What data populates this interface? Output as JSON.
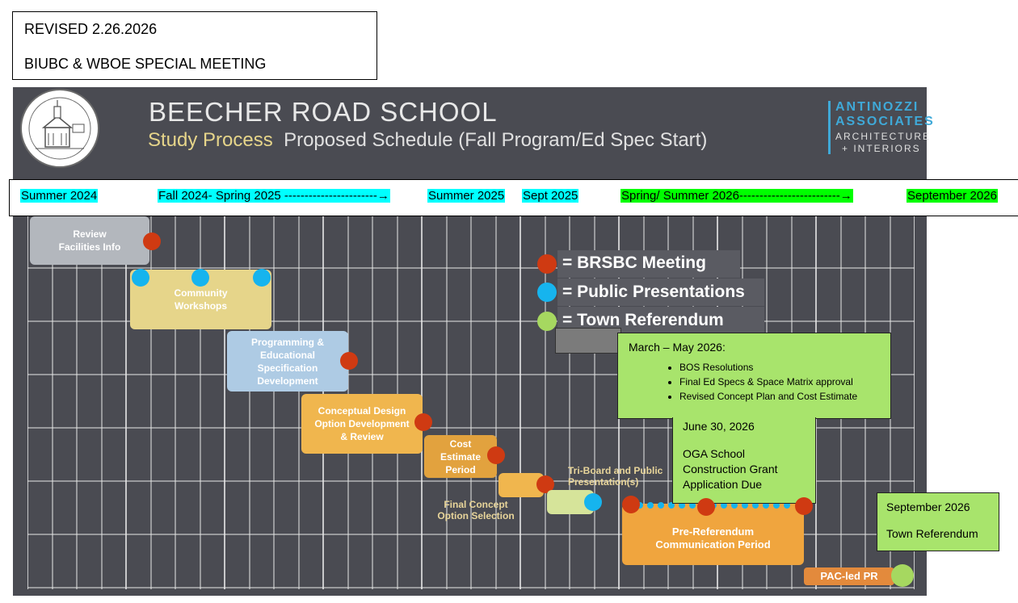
{
  "revised_box": {
    "line1": "REVISED 2.26.2026",
    "line2": "BIUBC & WBOE SPECIAL MEETING"
  },
  "header": {
    "title": "BEECHER ROAD SCHOOL",
    "subtitle_part1": "Study Process",
    "subtitle_part2": "Proposed Schedule (Fall Program/Ed Spec Start)",
    "logo_line1": "ANTINOZZI",
    "logo_line2": "ASSOCIATES",
    "logo_line3": "ARCHITECTURE",
    "logo_line4": "+ INTERIORS"
  },
  "timeline": [
    "Summer 2024",
    "Fall 2024- Spring 2025 -----------------------→",
    "Summer 2025",
    "Sept 2025",
    "Spring/ Summer 2026-------------------------→",
    "September 2026"
  ],
  "legend": {
    "meeting": "= BRSBC Meeting",
    "public": "= Public Presentations",
    "referendum": "= Town Referendum"
  },
  "blocks": {
    "review": "Review Facilities Info",
    "workshops": "Community Workshops",
    "programming": "Programming & Educational Specification Development",
    "conceptual": "Conceptual Design Option Development & Review",
    "cost": "Cost Estimate Period",
    "final_concept": "Final Concept Option Selection",
    "triboard": "Tri-Board and Public Presentation(s)",
    "pre_referendum": "Pre-Referendum Communication Period",
    "pac": "PAC-led PR"
  },
  "callout_march": {
    "heading": "March – May 2026:",
    "items": [
      "BOS Resolutions",
      "Final Ed Specs & Space Matrix approval",
      "Revised Concept Plan and Cost Estimate"
    ]
  },
  "callout_june": {
    "date": "June 30, 2026",
    "line1": "OGA School",
    "line2": "Construction Grant",
    "line3": "Application Due"
  },
  "callout_sept": {
    "date": "September 2026",
    "text": "Town Referendum"
  },
  "colors": {
    "board": "#4a4b52",
    "meeting_dot": "#cf3a12",
    "public_dot": "#16b4ee",
    "referendum_dot": "#a6d860",
    "callout": "#a8e46c"
  }
}
